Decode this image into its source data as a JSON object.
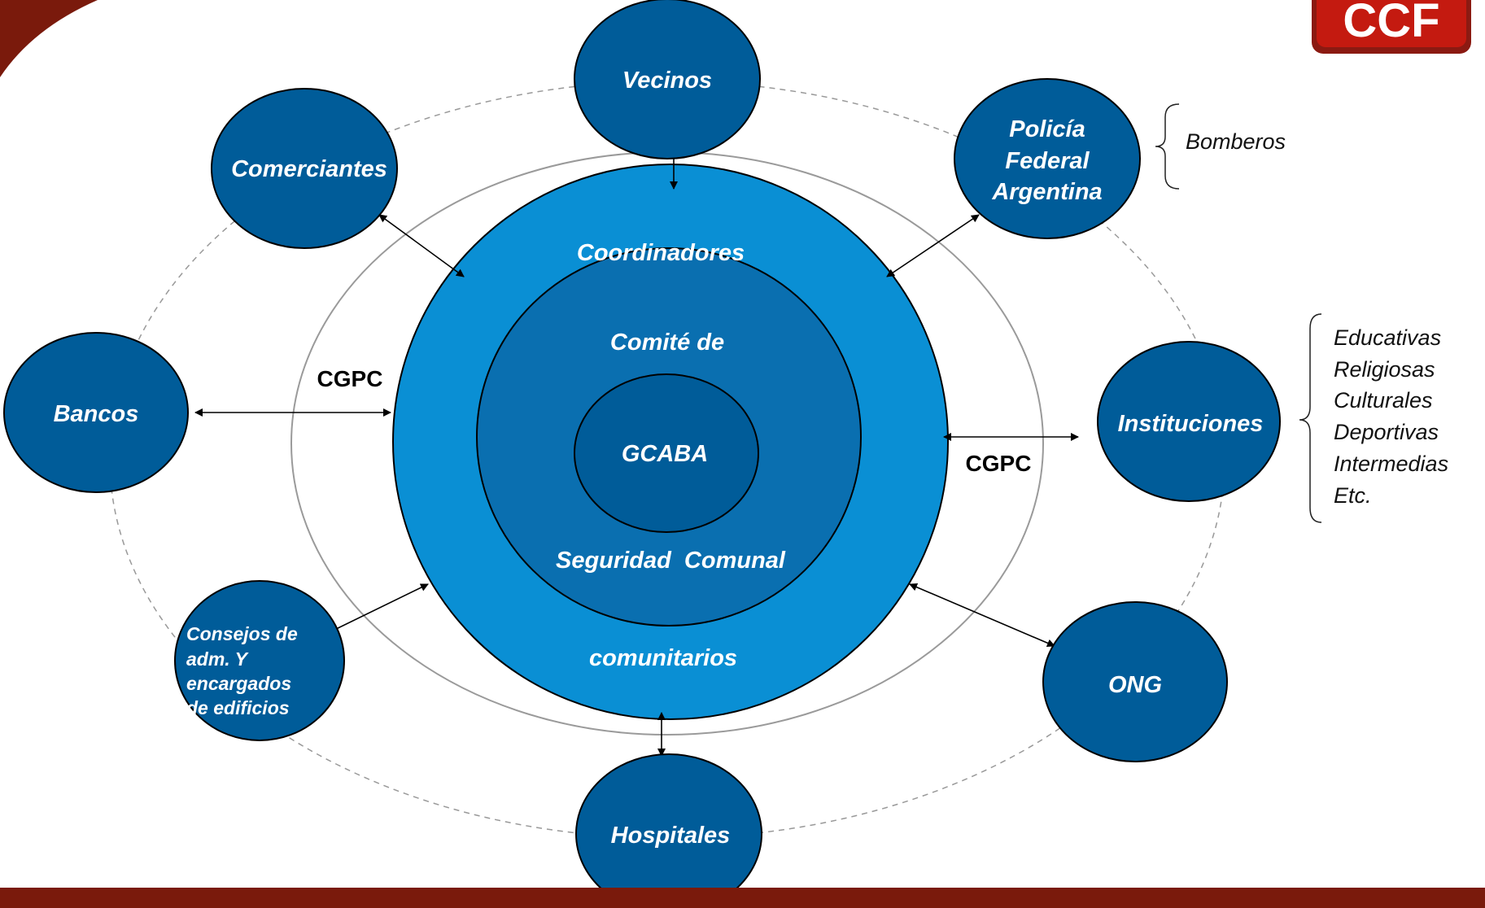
{
  "logo": {
    "text": "CCF"
  },
  "center": {
    "coordinadores": "Coordinadores",
    "comite_de": "Comité de",
    "gcaba": "GCABA",
    "seguridad_comunal": "Seguridad  Comunal",
    "comunitarios": "comunitarios"
  },
  "cgpc_left": "CGPC",
  "cgpc_right": "CGPC",
  "nodes": {
    "vecinos": "Vecinos",
    "comerciantes": "Comerciantes",
    "policia": [
      "Policía",
      "Federal",
      "Argentina"
    ],
    "bancos": "Bancos",
    "instituciones": "Instituciones",
    "consejos": [
      "Consejos de",
      "adm. Y",
      "encargados",
      "de edificios"
    ],
    "ong": "ONG",
    "hospitales": "Hospitales"
  },
  "bomberos": "Bomberos",
  "instituciones_list": [
    "Educativas",
    "Religiosas",
    "Culturales",
    "Deportivas",
    "Intermedias",
    "Etc."
  ],
  "colors": {
    "node_fill": "#005c99",
    "outer_circle": "#0a8fd4",
    "middle_circle": "#0a6fb0",
    "inner_circle": "#005c99",
    "bottom_bar": "#7a1a0c",
    "logo_red": "#c41a10"
  }
}
